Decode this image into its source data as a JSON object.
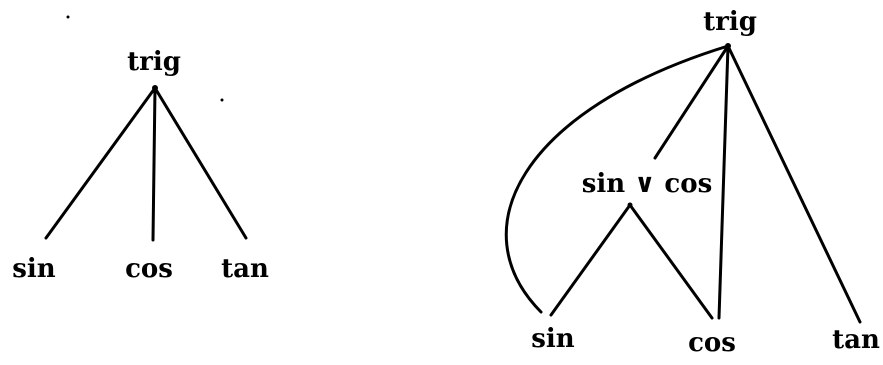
{
  "diagrams": [
    {
      "root": "trig",
      "children": [
        "sin",
        "cos",
        "tan"
      ]
    },
    {
      "root": "trig",
      "intermediate": "sin ∨ cos",
      "leaves": [
        "sin",
        "cos",
        "tan"
      ]
    }
  ],
  "colors": {
    "ink": "#000000",
    "background": "#ffffff"
  }
}
